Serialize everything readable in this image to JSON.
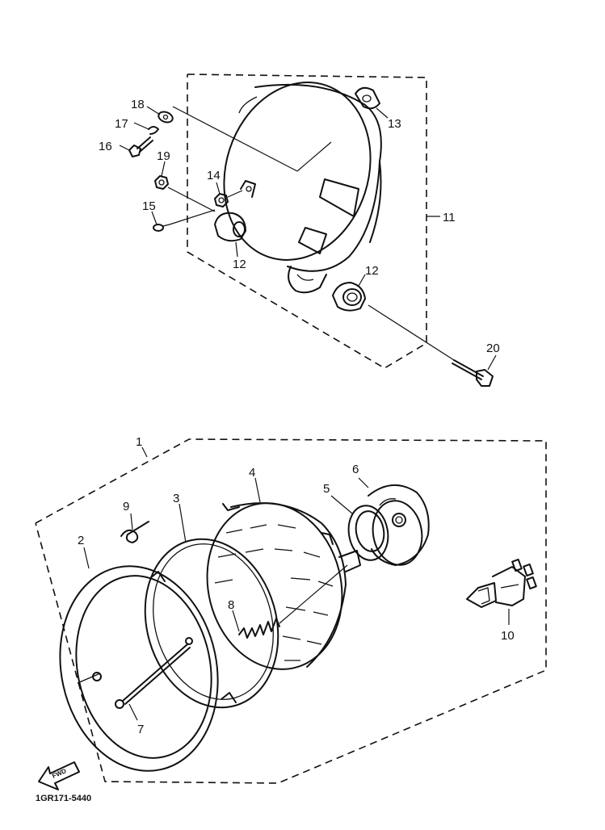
{
  "diagram": {
    "figure_code": "1GR171-5440",
    "fwd_label": "FWD",
    "callouts": {
      "p1": "1",
      "p2": "2",
      "p3": "3",
      "p4": "4",
      "p5": "5",
      "p6": "6",
      "p7": "7",
      "p8": "8",
      "p9": "9",
      "p10": "10",
      "p11": "11",
      "p12a": "12",
      "p12b": "12",
      "p13": "13",
      "p14": "14",
      "p15": "15",
      "p16": "16",
      "p17": "17",
      "p18": "18",
      "p19": "19",
      "p20": "20"
    }
  }
}
